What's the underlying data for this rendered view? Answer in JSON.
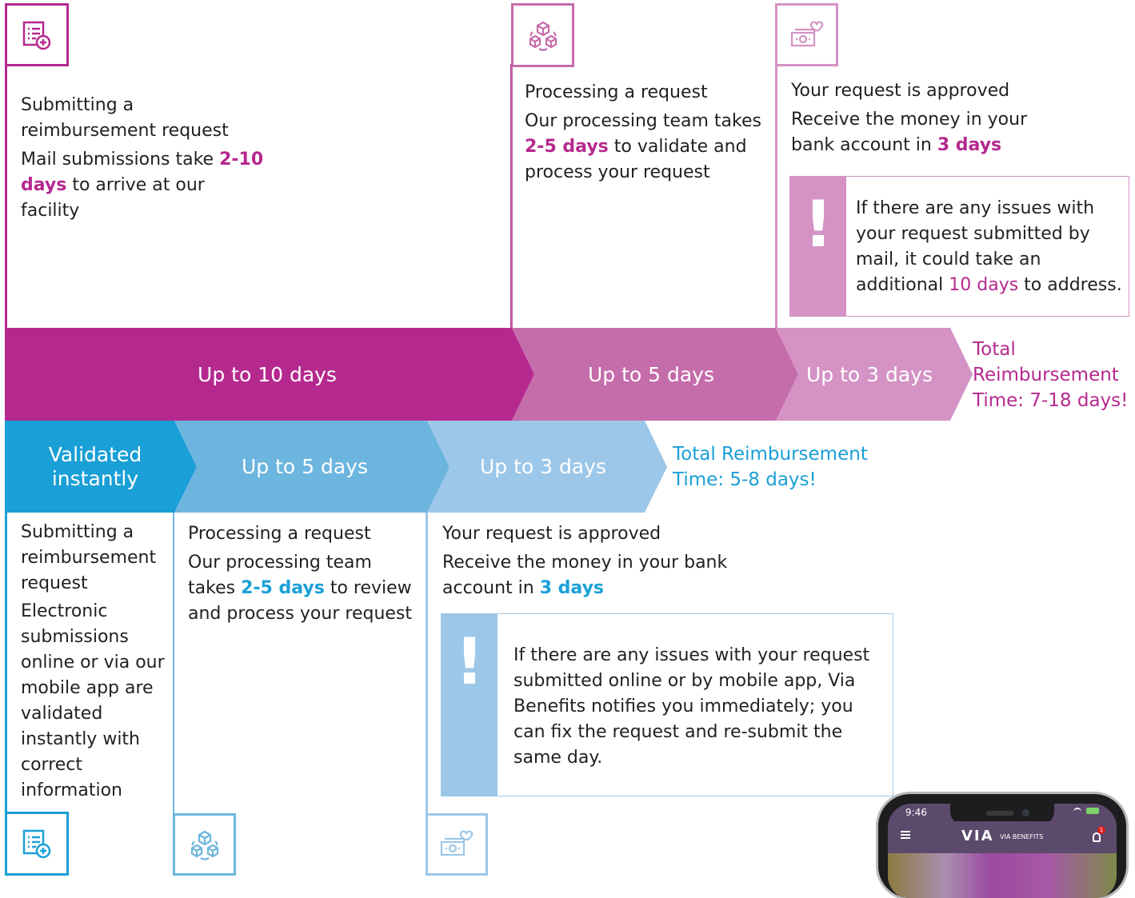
{
  "colors": {
    "mail_primary": "#b5298f",
    "mail_mid": "#c56cab",
    "mail_light": "#d493c4",
    "online_primary": "#1a9fd6",
    "online_mid": "#6cb5de",
    "online_light": "#9cc7e8"
  },
  "mail": {
    "step1": {
      "title": "Submitting a reimbursement request",
      "line_a": "Mail submissions take ",
      "highlight": "2-10 days",
      "line_b": " to arrive at our facility",
      "icon": "document-plus-icon"
    },
    "step2": {
      "title": "Processing a request",
      "line_a": "Our processing team takes ",
      "highlight": "2-5 days",
      "line_b": " to validate and process your request",
      "icon": "cubes-network-icon"
    },
    "step3": {
      "title": "Your request is approved",
      "line_a": "Receive the money in your bank account in ",
      "highlight": "3 days",
      "icon": "money-heart-icon"
    },
    "notice": {
      "mark": "!",
      "text_a": "If there are any issues with your request submitted by mail, it could take an additional ",
      "highlight": "10 days",
      "text_b": " to address."
    },
    "timeline": [
      "Up to 10 days",
      "Up to 5 days",
      "Up to 3 days"
    ],
    "total": "Total Reimbursement Time: 7-18 days!"
  },
  "online": {
    "timeline": [
      "Validated instantly",
      "Up to 5 days",
      "Up to 3 days"
    ],
    "total": "Total Reimbursement Time: 5-8 days!",
    "step1": {
      "title": "Submitting a reimbursement request",
      "body": "Electronic submissions online or via our mobile app are validated instantly with correct information",
      "icon": "document-plus-icon"
    },
    "step2": {
      "title": "Processing a request",
      "line_a": "Our processing team takes ",
      "highlight": "2-5 days",
      "line_b": " to review and process your request",
      "icon": "cubes-network-icon"
    },
    "step3": {
      "title": "Your request is approved",
      "line_a": "Receive the money in your bank account in ",
      "highlight": "3 days",
      "icon": "money-heart-icon"
    },
    "notice": {
      "mark": "!",
      "text": "If there are any issues with your request submitted online or by mobile app, Via Benefits notifies you immediately; you can fix the request and re-submit the same day."
    }
  },
  "phone": {
    "time": "9:46",
    "brand": "VIA",
    "brand_sub": "VIA BENEFITS",
    "badge": "1"
  }
}
